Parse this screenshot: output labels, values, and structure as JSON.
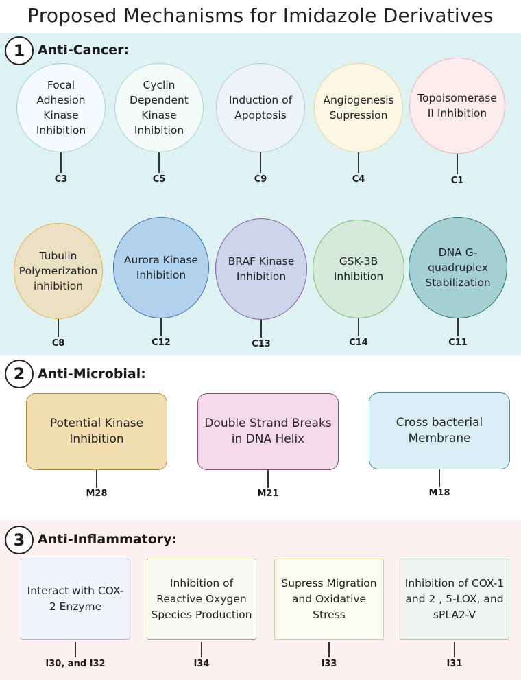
{
  "title": "Proposed Mechanisms for Imidazole Derivatives",
  "sections": [
    {
      "number": "1",
      "title": "Anti-Cancer:",
      "items": [
        {
          "label": "Focal Adhesion Kinase Inhibition",
          "code": "C3",
          "fill": "#f6fbfd",
          "stroke": "#9fd0d8"
        },
        {
          "label": "Cyclin Dependent Kinase Inhibition",
          "code": "C5",
          "fill": "#f3faf7",
          "stroke": "#a8d6cf"
        },
        {
          "label": "Induction of Apoptosis",
          "code": "C9",
          "fill": "#eef3f8",
          "stroke": "#b7c8d8"
        },
        {
          "label": "Angiogenesis Supression",
          "code": "C4",
          "fill": "#fbf7e4",
          "stroke": "#e5d79a"
        },
        {
          "label": "Topoisomerase II Inhibition",
          "code": "C1",
          "fill": "#fcecee",
          "stroke": "#eab4ba"
        },
        {
          "label": "Tubulin Polymerization inhibition",
          "code": "C8",
          "fill": "#ece0c4",
          "stroke": "#e8b23f"
        },
        {
          "label": "Aurora Kinase Inhibition",
          "code": "C12",
          "fill": "#b0d2ec",
          "stroke": "#3d6fae"
        },
        {
          "label": "BRAF Kinase Inhibition",
          "code": "C13",
          "fill": "#cdd5ec",
          "stroke": "#8a5a9c"
        },
        {
          "label": "GSK-3B Inhibition",
          "code": "C14",
          "fill": "#d6e8d9",
          "stroke": "#7dbb6a"
        },
        {
          "label": "DNA G-quadruplex Stabilization",
          "code": "C11",
          "fill": "#a4d0d4",
          "stroke": "#2e6e6e"
        }
      ]
    },
    {
      "number": "2",
      "title": "Anti-Microbial:",
      "items": [
        {
          "label": "Potential Kinase Inhibition",
          "code": "M28",
          "fill": "#f2deb0",
          "stroke": "#b08a3a"
        },
        {
          "label": "Double Strand Breaks in DNA Helix",
          "code": "M21",
          "fill": "#f4d9e8",
          "stroke": "#8e4a78"
        },
        {
          "label": "Cross bacterial Membrane",
          "code": "M18",
          "fill": "#d9eff5",
          "stroke": "#4a8a9a"
        }
      ]
    },
    {
      "number": "3",
      "title": "Anti-Inflammatory:",
      "items": [
        {
          "label": "Interact with COX-2 Enzyme",
          "code": "I30, and I32",
          "fill": "#f0f3fa",
          "stroke": "#a9b3d6"
        },
        {
          "label": "Inhibition of Reactive Oxygen Species Production",
          "code": "I34",
          "fill": "#fafbf4",
          "stroke": "#9aa870"
        },
        {
          "label": "Supress Migration and Oxidative Stress",
          "code": "I33",
          "fill": "#fdfcf0",
          "stroke": "#d6d19a"
        },
        {
          "label": "Inhibition of COX-1 and 2 , 5-LOX, and sPLA2-V",
          "code": "I31",
          "fill": "#eef5f1",
          "stroke": "#a5c9b8"
        }
      ]
    }
  ]
}
